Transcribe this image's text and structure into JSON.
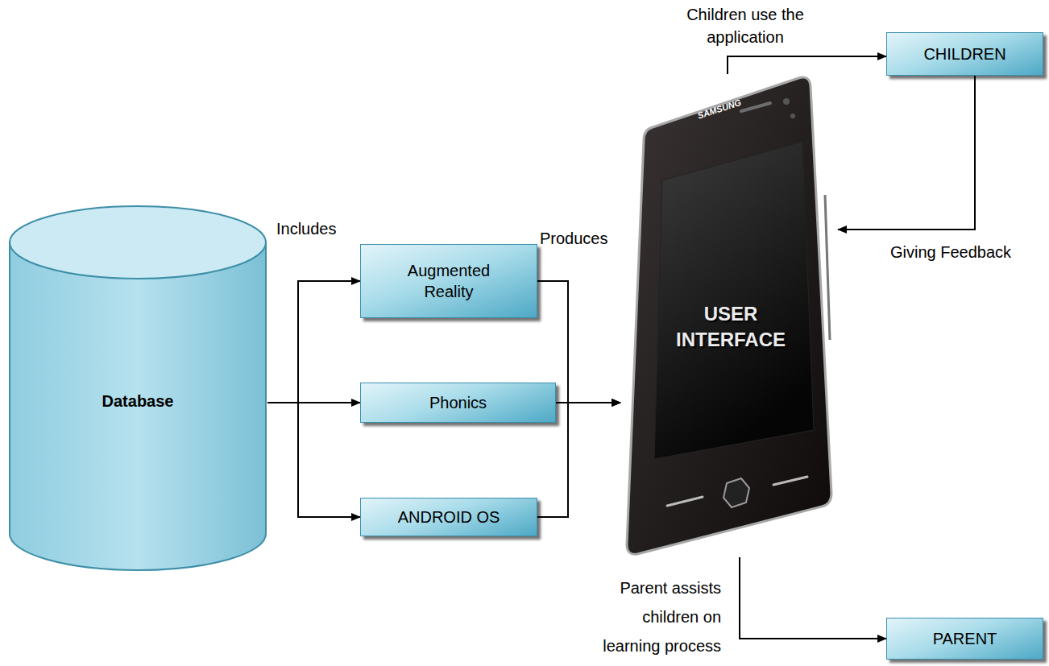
{
  "diagram": {
    "nodes": [
      {
        "text": [
          "Database"
        ]
      },
      {
        "text": [
          "Augmented Reality"
        ]
      },
      {
        "text": [
          "Phonics"
        ]
      },
      {
        "text": [
          "ANDROID OS"
        ]
      },
      {
        "text": [
          "USER INTERFACE"
        ]
      },
      {
        "text": [
          "CHILDREN"
        ]
      },
      {
        "text": [
          "PARENT"
        ]
      }
    ],
    "edges": [
      {
        "from": 0,
        "to": 1,
        "arrow": "to",
        "label": "Includes"
      },
      {
        "from": 0,
        "to": 2,
        "arrow": "to"
      },
      {
        "from": 0,
        "to": 3,
        "arrow": "to"
      },
      {
        "from": 1,
        "to": 4,
        "arrow": "to",
        "label": "Produces"
      },
      {
        "from": 2,
        "to": 4,
        "arrow": "to"
      },
      {
        "from": 3,
        "to": 4,
        "arrow": "to"
      },
      {
        "from": 4,
        "to": 5,
        "arrow": "to",
        "label": "Children use the application"
      },
      {
        "from": 5,
        "to": 4,
        "arrow": "to",
        "label": "Giving Feedback"
      },
      {
        "from": 4,
        "to": 6,
        "arrow": "to",
        "label": "Parent assists children on learning process"
      }
    ],
    "labels": [
      "SAMSUNG"
    ]
  }
}
